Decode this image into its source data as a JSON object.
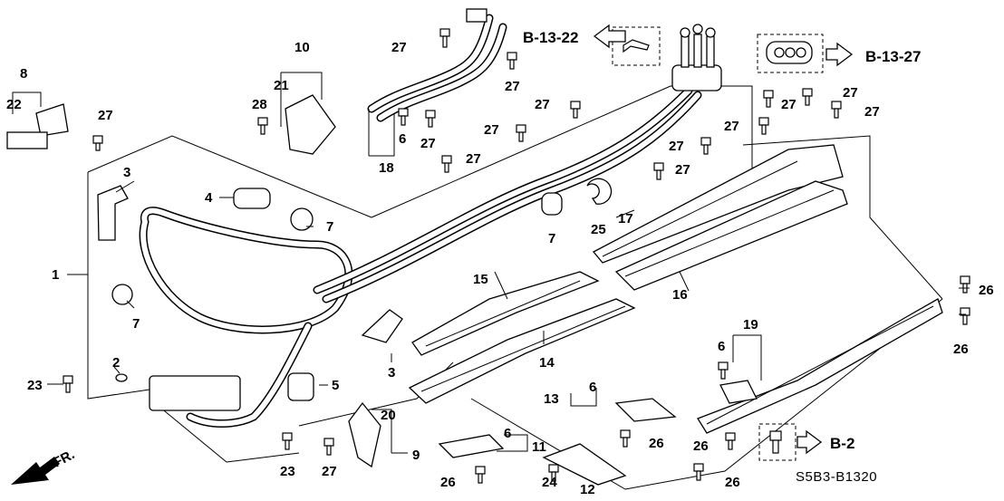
{
  "diagram": {
    "code": "S5B3-B1320",
    "direction_label": "FR.",
    "refs": {
      "b1322": "B-13-22",
      "b1327": "B-13-27",
      "b2": "B-2"
    },
    "callouts": {
      "c8": "8",
      "c22": "22",
      "c27a": "27",
      "c10": "10",
      "c21": "21",
      "c28": "28",
      "c27b": "27",
      "c27c": "27",
      "c6a": "6",
      "c27d": "27",
      "c18": "18",
      "c3a": "3",
      "c4": "4",
      "c7a": "7",
      "c1": "1",
      "c7b": "7",
      "c2": "2",
      "c23a": "23",
      "c27e": "27",
      "c27f": "27",
      "c7c": "7",
      "c25": "25",
      "c27g": "27",
      "c27h": "27",
      "c27i": "27",
      "c27j": "27",
      "c27k": "27",
      "c27l": "27",
      "c17": "17",
      "c15": "15",
      "c16": "16",
      "c14": "14",
      "c3b": "3",
      "c5": "5",
      "c20": "20",
      "c9": "9",
      "c23b": "23",
      "c27m": "27",
      "c6b": "6",
      "c13": "13",
      "c6c": "6",
      "c11": "11",
      "c26a": "26",
      "c24": "24",
      "c12": "12",
      "c26b": "26",
      "c19": "19",
      "c6d": "6",
      "c26c": "26",
      "c26d": "26",
      "c26e": "26",
      "c26f": "26",
      "c27n": "27"
    }
  }
}
